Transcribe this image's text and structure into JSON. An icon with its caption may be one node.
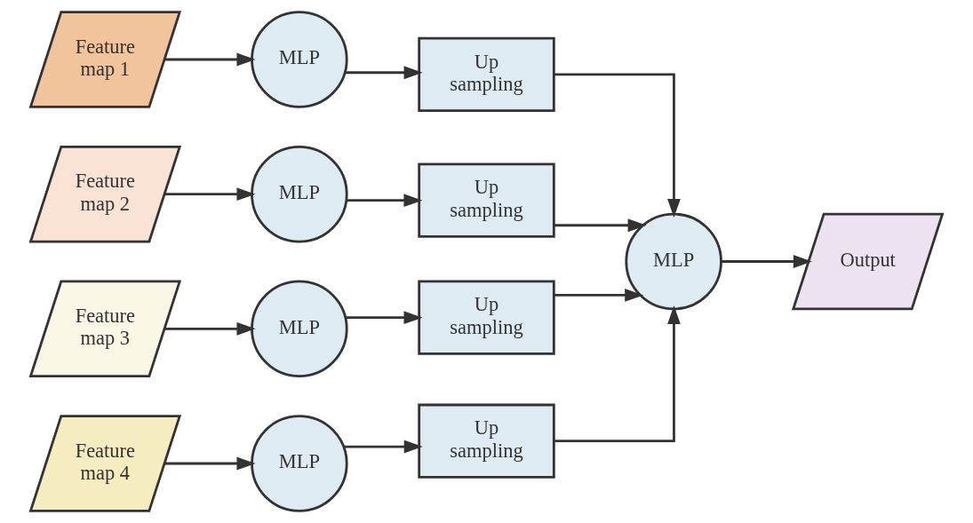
{
  "diagram": {
    "nodes": [
      {
        "text": [
          "Feature map 1"
        ]
      },
      {
        "text": [
          "MLP"
        ]
      },
      {
        "text": [
          "Up sampling"
        ]
      },
      {
        "text": [
          "Feature map 2"
        ]
      },
      {
        "text": [
          "MLP"
        ]
      },
      {
        "text": [
          "Up sampling"
        ]
      },
      {
        "text": [
          "Feature map 3"
        ]
      },
      {
        "text": [
          "MLP"
        ]
      },
      {
        "text": [
          "Up sampling"
        ]
      },
      {
        "text": [
          "Feature map 4"
        ]
      },
      {
        "text": [
          "MLP"
        ]
      },
      {
        "text": [
          "Up sampling"
        ]
      },
      {
        "text": [
          "MLP"
        ]
      },
      {
        "text": [
          "Output"
        ]
      }
    ],
    "edges": [
      {
        "from": 0,
        "to": 1,
        "arrow": "to"
      },
      {
        "from": 1,
        "to": 2,
        "arrow": "to"
      },
      {
        "from": 3,
        "to": 4,
        "arrow": "to"
      },
      {
        "from": 4,
        "to": 5,
        "arrow": "to"
      },
      {
        "from": 6,
        "to": 7,
        "arrow": "to"
      },
      {
        "from": 7,
        "to": 8,
        "arrow": "to"
      },
      {
        "from": 9,
        "to": 10,
        "arrow": "to"
      },
      {
        "from": 10,
        "to": 11,
        "arrow": "to"
      },
      {
        "from": 2,
        "to": 12,
        "arrow": "to"
      },
      {
        "from": 5,
        "to": 12,
        "arrow": "to"
      },
      {
        "from": 8,
        "to": 12,
        "arrow": "to"
      },
      {
        "from": 11,
        "to": 12,
        "arrow": "to"
      },
      {
        "from": 12,
        "to": 13,
        "arrow": "to"
      }
    ]
  }
}
